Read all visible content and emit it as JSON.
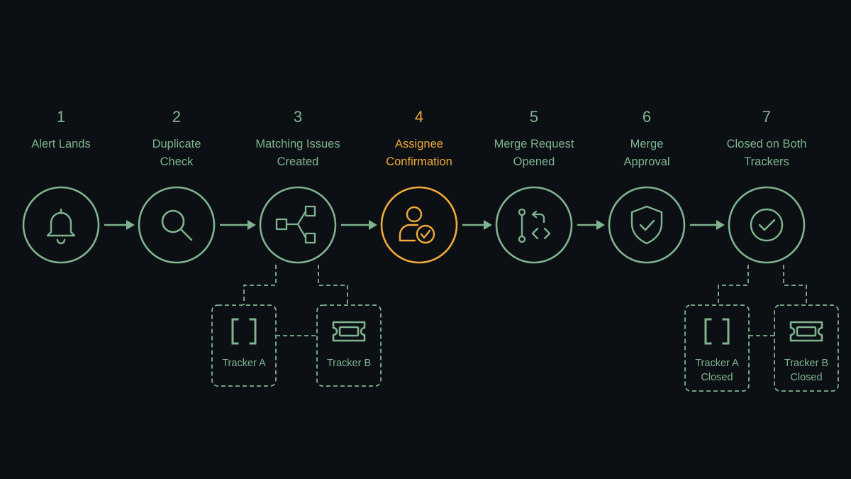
{
  "colors": {
    "background": "#0c0f14",
    "primary": "#7fb48f",
    "accent": "#f0ab3c"
  },
  "stages": [
    {
      "number": "1",
      "label_lines": [
        "Alert Lands"
      ],
      "icon": "bell-icon",
      "highlight": false
    },
    {
      "number": "2",
      "label_lines": [
        "Duplicate",
        "Check"
      ],
      "icon": "search-icon",
      "highlight": false
    },
    {
      "number": "3",
      "label_lines": [
        "Matching Issues",
        "Created"
      ],
      "icon": "branch-icon",
      "highlight": false
    },
    {
      "number": "4",
      "label_lines": [
        "Assignee",
        "Confirmation"
      ],
      "icon": "user-check-icon",
      "highlight": true
    },
    {
      "number": "5",
      "label_lines": [
        "Merge Request",
        "Opened"
      ],
      "icon": "merge-request-icon",
      "highlight": false
    },
    {
      "number": "6",
      "label_lines": [
        "Merge",
        "Approval"
      ],
      "icon": "shield-check-icon",
      "highlight": false
    },
    {
      "number": "7",
      "label_lines": [
        "Closed on Both",
        "Trackers"
      ],
      "icon": "check-circle-icon",
      "highlight": false
    }
  ],
  "trackers": [
    {
      "stage": 3,
      "side": "left",
      "icon": "brackets-icon",
      "label_lines": [
        "Tracker A"
      ]
    },
    {
      "stage": 3,
      "side": "right",
      "icon": "ticket-icon",
      "label_lines": [
        "Tracker B"
      ]
    },
    {
      "stage": 7,
      "side": "left",
      "icon": "brackets-icon",
      "label_lines": [
        "Tracker A",
        "Closed"
      ]
    },
    {
      "stage": 7,
      "side": "right",
      "icon": "ticket-icon",
      "label_lines": [
        "Tracker B",
        "Closed"
      ]
    }
  ]
}
